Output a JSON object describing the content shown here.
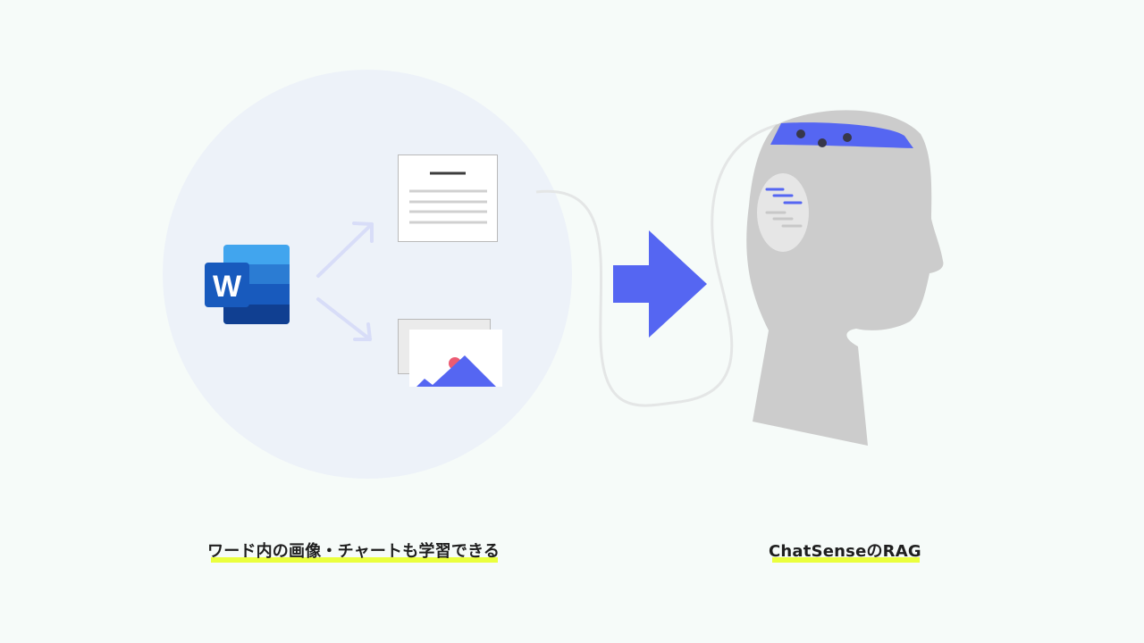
{
  "captions": {
    "left": "ワード内の画像・チャートも学習できる",
    "right": "ChatSenseのRAG"
  },
  "icons": {
    "word_letter": "W"
  },
  "colors": {
    "background": "#f6fbf9",
    "circle": "#edf2f9",
    "accent": "#5566f2",
    "head": "#cccccc",
    "highlight": "#eaff3d",
    "word_blue": "#185abd"
  }
}
